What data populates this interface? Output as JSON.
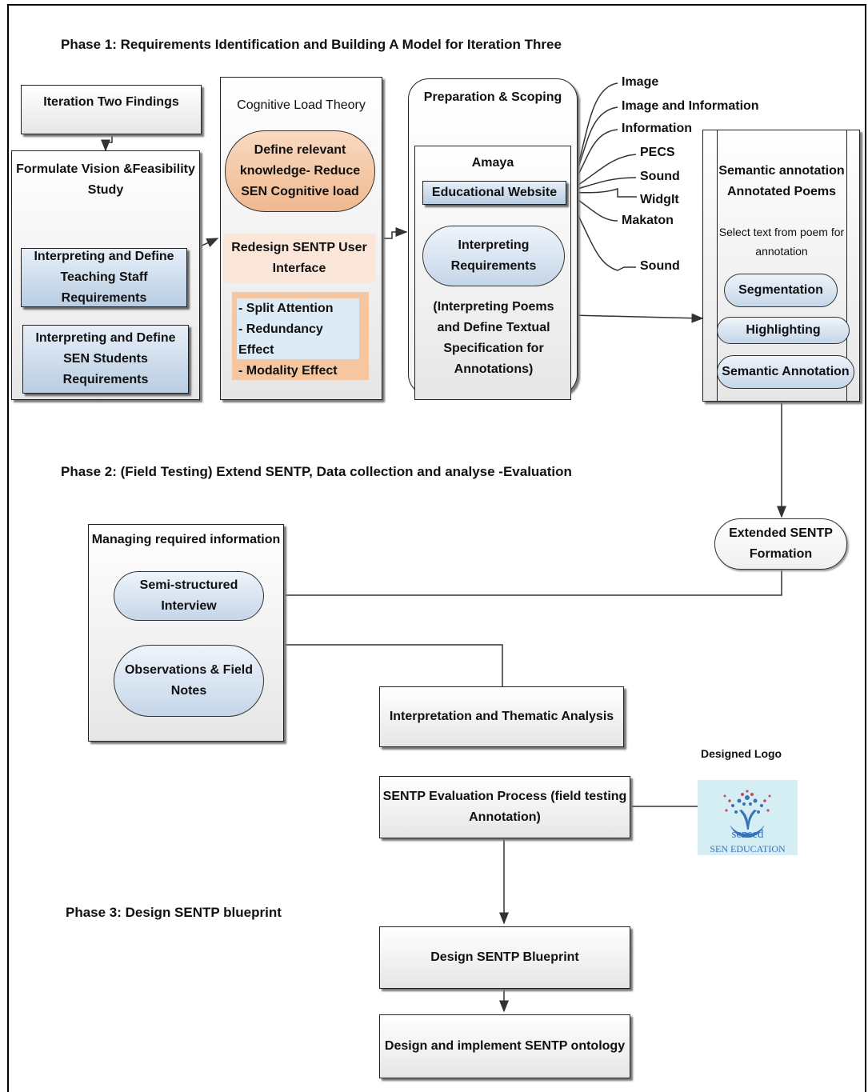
{
  "phases": {
    "phase1": "Phase 1: Requirements Identification and Building A Model for Iteration Three",
    "phase2": "Phase 2: (Field Testing) Extend SENTP, Data collection and analyse -Evaluation",
    "phase3": "Phase 3: Design SENTP blueprint"
  },
  "col1": {
    "iteration_two": "Iteration Two Findings",
    "formulate": "Formulate Vision &Feasibility Study",
    "teaching_staff": "Interpreting and Define Teaching Staff Requirements",
    "sen_students": "Interpreting and Define SEN Students Requirements"
  },
  "col2": {
    "title": "Cognitive Load Theory",
    "define_relevant": "Define relevant knowledge- Reduce SEN Cognitive load",
    "redesign": "Redesign SENTP User Interface",
    "effects": [
      "- Split Attention",
      "- Redundancy Effect",
      "- Modality Effect"
    ]
  },
  "col3": {
    "title": "Preparation & Scoping",
    "amaya": "Amaya",
    "educational_website": "Educational Website",
    "interpreting_requirements": "Interpreting Requirements",
    "interpreting_poems": "(Interpreting Poems and Define Textual Specification for Annotations)"
  },
  "media_types": [
    "Image",
    "Image and Information",
    "Information",
    "PECS",
    "Sound",
    "WidgIt",
    "Makaton",
    "Sound"
  ],
  "col4": {
    "title": "Semantic annotation Annotated Poems",
    "subtitle": "Select text from poem for annotation",
    "segmentation": "Segmentation",
    "highlighting": "Highlighting",
    "semantic_annotation": "Semantic Annotation"
  },
  "phase2_nodes": {
    "extended": "Extended SENTP Formation",
    "managing": "Managing required information",
    "interview": "Semi-structured Interview",
    "observations": "Observations & Field Notes",
    "thematic": "Interpretation and Thematic Analysis",
    "evaluation": "SENTP Evaluation Process (field testing Annotation)",
    "logo_caption": "Designed Logo",
    "logo_word": "sensed",
    "logo_sub": "SEN EDUCATION"
  },
  "phase3_nodes": {
    "blueprint": "Design SENTP Blueprint",
    "ontology": "Design and implement SENTP ontology"
  },
  "colors": {
    "blue_light": "#e6eff8",
    "blue_dark": "#b9cde2",
    "orange": "#f5c6a0",
    "peach": "#fbe7da",
    "logo_bg": "#d5eef3",
    "logo_blue": "#3a72b8"
  }
}
